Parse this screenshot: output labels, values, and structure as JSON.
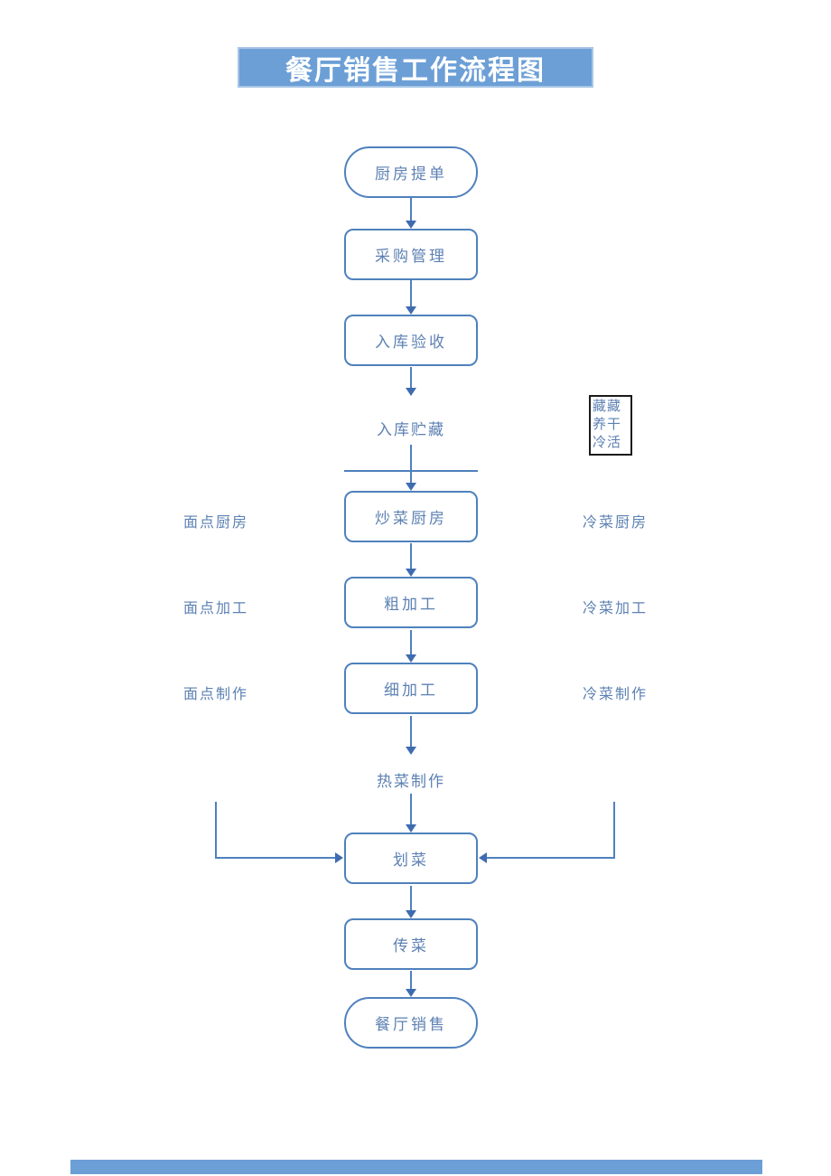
{
  "title": "餐厅销售工作流程图",
  "colors": {
    "accent": "#4f81bd",
    "accent_dark": "#3e6cb0",
    "node_text": "#5d81b3",
    "title_bg": "#6c9fd6",
    "title_text": "#ffffff",
    "note_border": "#1a1a1a"
  },
  "flow": {
    "kitchen_order": "厨房提单",
    "purchase": "采购管理",
    "inbound_accept": "入库验收",
    "inbound_storage": "入库贮藏",
    "stirfry_kitchen": "炒菜厨房",
    "rough_process": "粗加工",
    "fine_process": "细加工",
    "hot_dish_making": "热菜制作",
    "dish_check": "划菜",
    "dish_pass": "传菜",
    "restaurant_sales": "餐厅销售"
  },
  "side_labels": {
    "left": [
      "面点厨房",
      "面点加工",
      "面点制作"
    ],
    "right": [
      "冷菜厨房",
      "冷菜加工",
      "冷菜制作"
    ]
  },
  "note_box": {
    "lines": [
      "藏藏",
      "养干",
      "冷活"
    ]
  }
}
